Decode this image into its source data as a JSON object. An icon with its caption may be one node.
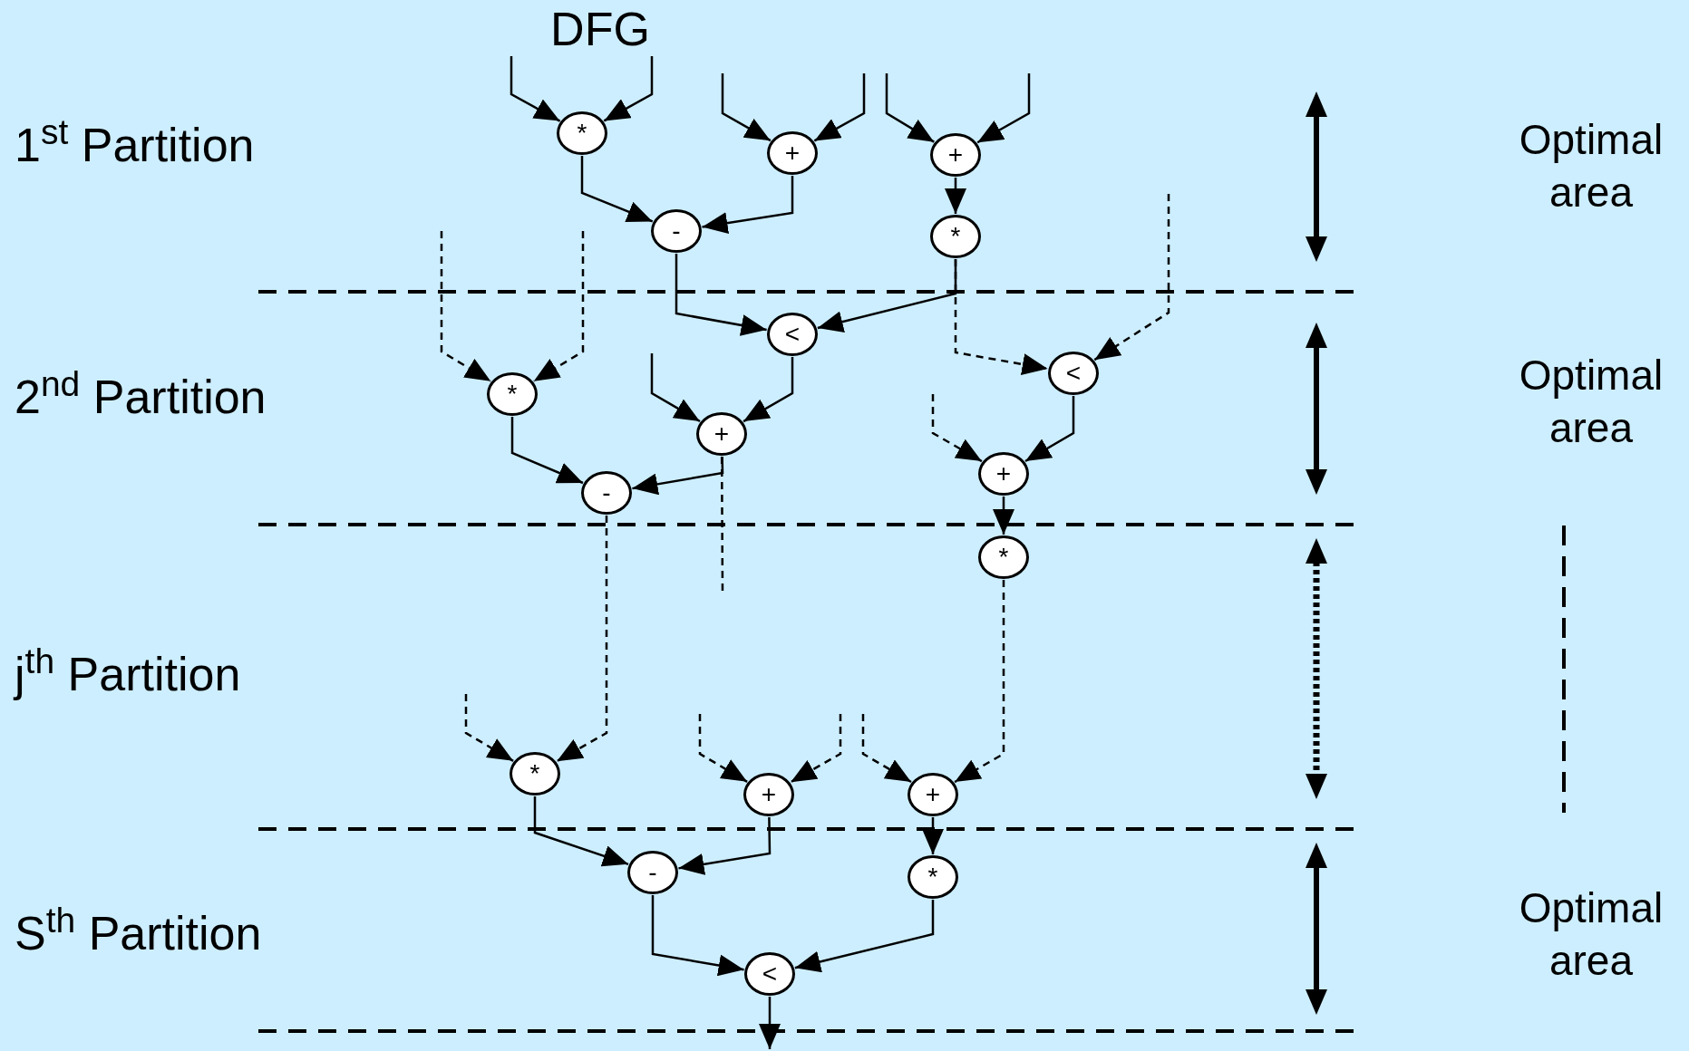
{
  "diagram": {
    "title": "DFG",
    "nodes": [
      {
        "text": [
          "*"
        ]
      },
      {
        "text": [
          "+"
        ]
      },
      {
        "text": [
          "+"
        ]
      },
      {
        "text": [
          "-"
        ]
      },
      {
        "text": [
          "*"
        ]
      },
      {
        "text": [
          "<"
        ]
      },
      {
        "text": [
          "*"
        ]
      },
      {
        "text": [
          "<"
        ]
      },
      {
        "text": [
          "+"
        ]
      },
      {
        "text": [
          "-"
        ]
      },
      {
        "text": [
          "+"
        ]
      },
      {
        "text": [
          "*"
        ]
      },
      {
        "text": [
          "*"
        ]
      },
      {
        "text": [
          "+"
        ]
      },
      {
        "text": [
          "+"
        ]
      },
      {
        "text": [
          "-"
        ]
      },
      {
        "text": [
          "*"
        ]
      },
      {
        "text": [
          "<"
        ]
      }
    ],
    "edges": [
      {
        "from": null,
        "to": 0,
        "arrow": "to"
      },
      {
        "from": null,
        "to": 0,
        "arrow": "to"
      },
      {
        "from": null,
        "to": 1,
        "arrow": "to"
      },
      {
        "from": null,
        "to": 1,
        "arrow": "to"
      },
      {
        "from": null,
        "to": 2,
        "arrow": "to"
      },
      {
        "from": null,
        "to": 2,
        "arrow": "to"
      },
      {
        "from": 2,
        "to": 4,
        "arrow": "to"
      },
      {
        "from": 0,
        "to": 3,
        "arrow": "to"
      },
      {
        "from": 1,
        "to": 3,
        "arrow": "to"
      },
      {
        "from": 3,
        "to": 5,
        "arrow": "to"
      },
      {
        "from": 4,
        "to": 5,
        "arrow": "to"
      },
      {
        "from": 4,
        "to": 7,
        "arrow": "to",
        "style": "dashed"
      },
      {
        "from": null,
        "to": 7,
        "arrow": "to",
        "style": "dashed"
      },
      {
        "from": null,
        "to": 6,
        "arrow": "to",
        "style": "dashed"
      },
      {
        "from": null,
        "to": 6,
        "arrow": "to",
        "style": "dashed"
      },
      {
        "from": null,
        "to": 8,
        "arrow": "to"
      },
      {
        "from": 5,
        "to": 8,
        "arrow": "to"
      },
      {
        "from": null,
        "to": 10,
        "arrow": "to",
        "style": "dashed"
      },
      {
        "from": 7,
        "to": 10,
        "arrow": "to"
      },
      {
        "from": 10,
        "to": 11,
        "arrow": "to"
      },
      {
        "from": 6,
        "to": 9,
        "arrow": "to"
      },
      {
        "from": 8,
        "to": 9,
        "arrow": "to"
      },
      {
        "from": 8,
        "to": null,
        "arrow": "none",
        "style": "dashed"
      },
      {
        "from": 9,
        "to": 12,
        "arrow": "to",
        "style": "dashed"
      },
      {
        "from": null,
        "to": 12,
        "arrow": "to",
        "style": "dashed"
      },
      {
        "from": null,
        "to": 13,
        "arrow": "to",
        "style": "dashed"
      },
      {
        "from": null,
        "to": 13,
        "arrow": "to",
        "style": "dashed"
      },
      {
        "from": null,
        "to": 14,
        "arrow": "to",
        "style": "dashed"
      },
      {
        "from": 11,
        "to": 14,
        "arrow": "to",
        "style": "dashed"
      },
      {
        "from": 12,
        "to": 15,
        "arrow": "to"
      },
      {
        "from": 13,
        "to": 15,
        "arrow": "to"
      },
      {
        "from": 14,
        "to": 16,
        "arrow": "to"
      },
      {
        "from": 15,
        "to": 17,
        "arrow": "to"
      },
      {
        "from": 16,
        "to": 17,
        "arrow": "to"
      },
      {
        "from": 17,
        "to": null,
        "arrow": "to"
      }
    ],
    "labels": [
      "1$^{st}$ Partition",
      "Optimal area",
      "2$^{nd}$ Partition",
      "Optimal area",
      "j$^{th}$ Partition",
      "S$^{th}$ Partition",
      "Optimal area"
    ]
  }
}
